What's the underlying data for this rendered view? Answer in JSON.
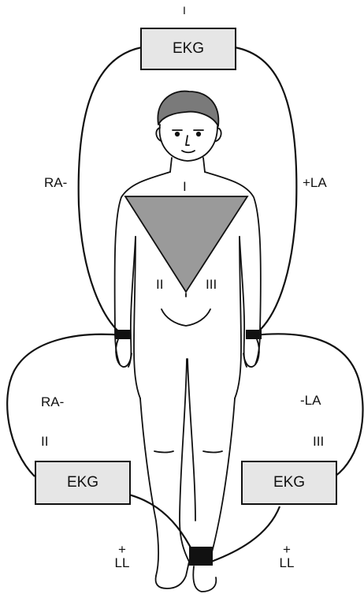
{
  "boxes": {
    "top": "EKG",
    "bottom_left": "EKG",
    "bottom_right": "EKG"
  },
  "labels": {
    "top_lead_mark": "I",
    "lead_I_loop_left": "RA-",
    "lead_I_loop_right": "+LA",
    "triangle_I": "I",
    "triangle_II": "II",
    "triangle_III": "III",
    "lead_II_loop_ra": "RA-",
    "lead_II_loop_num": "II",
    "lead_III_loop_la": "-LA",
    "lead_III_loop_num": "III",
    "ll_left_plus": "+",
    "ll_left": "LL",
    "ll_right_plus": "+",
    "ll_right": "LL"
  },
  "colors": {
    "line": "#111111",
    "triangle_fill": "#9a9a9a",
    "box_fill": "#e6e6e6",
    "electrode": "#111111"
  }
}
